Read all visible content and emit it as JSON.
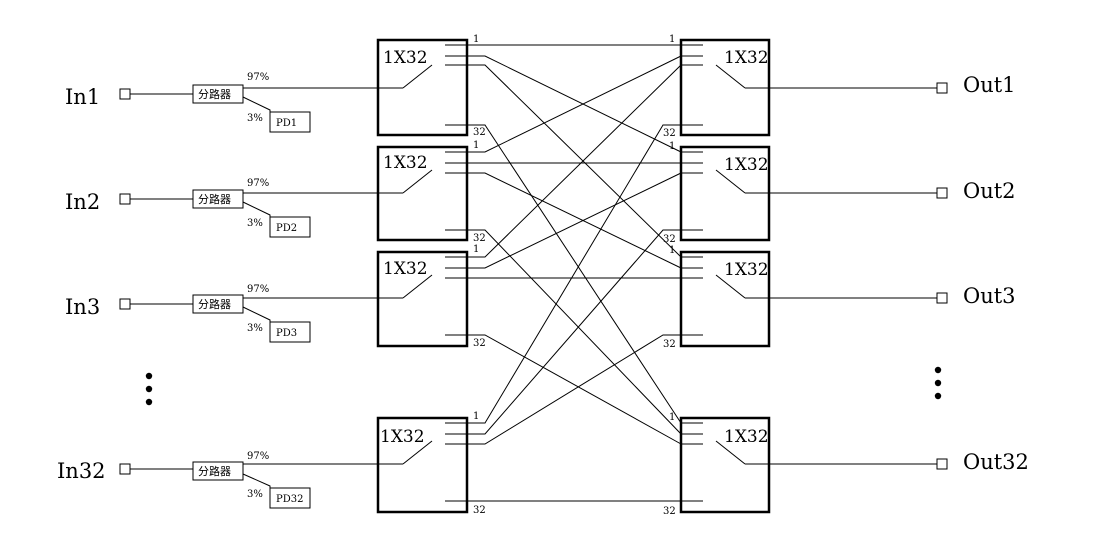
{
  "inputs": [
    {
      "label": "In1",
      "splitter": "分路器",
      "pct_main": "97%",
      "pct_tap": "3%",
      "pd": "PD1"
    },
    {
      "label": "In2",
      "splitter": "分路器",
      "pct_main": "97%",
      "pct_tap": "3%",
      "pd": "PD2"
    },
    {
      "label": "In3",
      "splitter": "分路器",
      "pct_main": "97%",
      "pct_tap": "3%",
      "pd": "PD3"
    },
    {
      "label": "In32",
      "splitter": "分路器",
      "pct_main": "97%",
      "pct_tap": "3%",
      "pd": "PD32"
    }
  ],
  "left_switches": [
    {
      "label": "1X32"
    },
    {
      "label": "1X32"
    },
    {
      "label": "1X32"
    },
    {
      "label": "1X32"
    }
  ],
  "right_switches": [
    {
      "label": "1X32"
    },
    {
      "label": "1X32"
    },
    {
      "label": "1X32"
    },
    {
      "label": "1X32"
    }
  ],
  "port_labels": {
    "first": "1",
    "last": "32"
  },
  "outputs": [
    {
      "label": "Out1"
    },
    {
      "label": "Out2"
    },
    {
      "label": "Out3"
    },
    {
      "label": "Out32"
    }
  ]
}
